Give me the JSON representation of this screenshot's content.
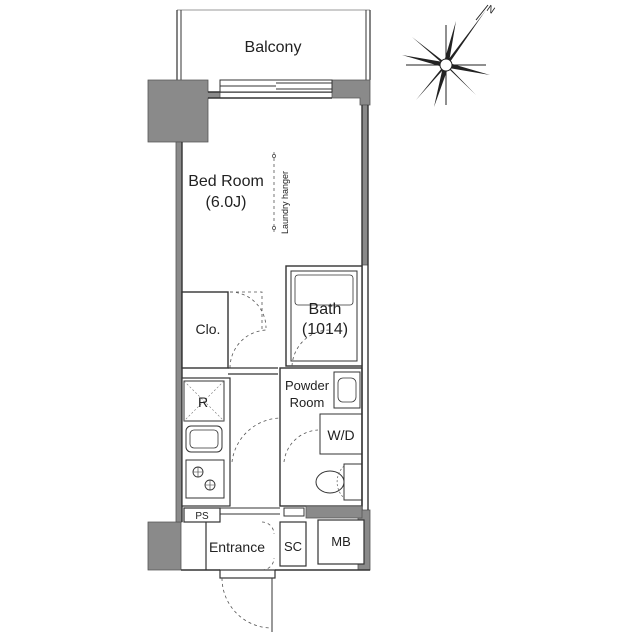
{
  "labels": {
    "balcony": "Balcony",
    "bed_room": "Bed Room",
    "bed_room_size": "(6.0J)",
    "laundry_hanger": "Laundry hanger",
    "bath": "Bath",
    "bath_size": "(1014)",
    "closet": "Clo.",
    "refrigerator": "R",
    "powder_room_line1": "Powder",
    "powder_room_line2": "Room",
    "washer_dryer": "W/D",
    "pipe_space": "PS",
    "entrance": "Entrance",
    "shoe_closet": "SC",
    "meter_box": "MB",
    "compass_north": "N"
  },
  "colors": {
    "wall": "#8a8a8a",
    "line": "#333333",
    "door_dash": "#555555"
  }
}
